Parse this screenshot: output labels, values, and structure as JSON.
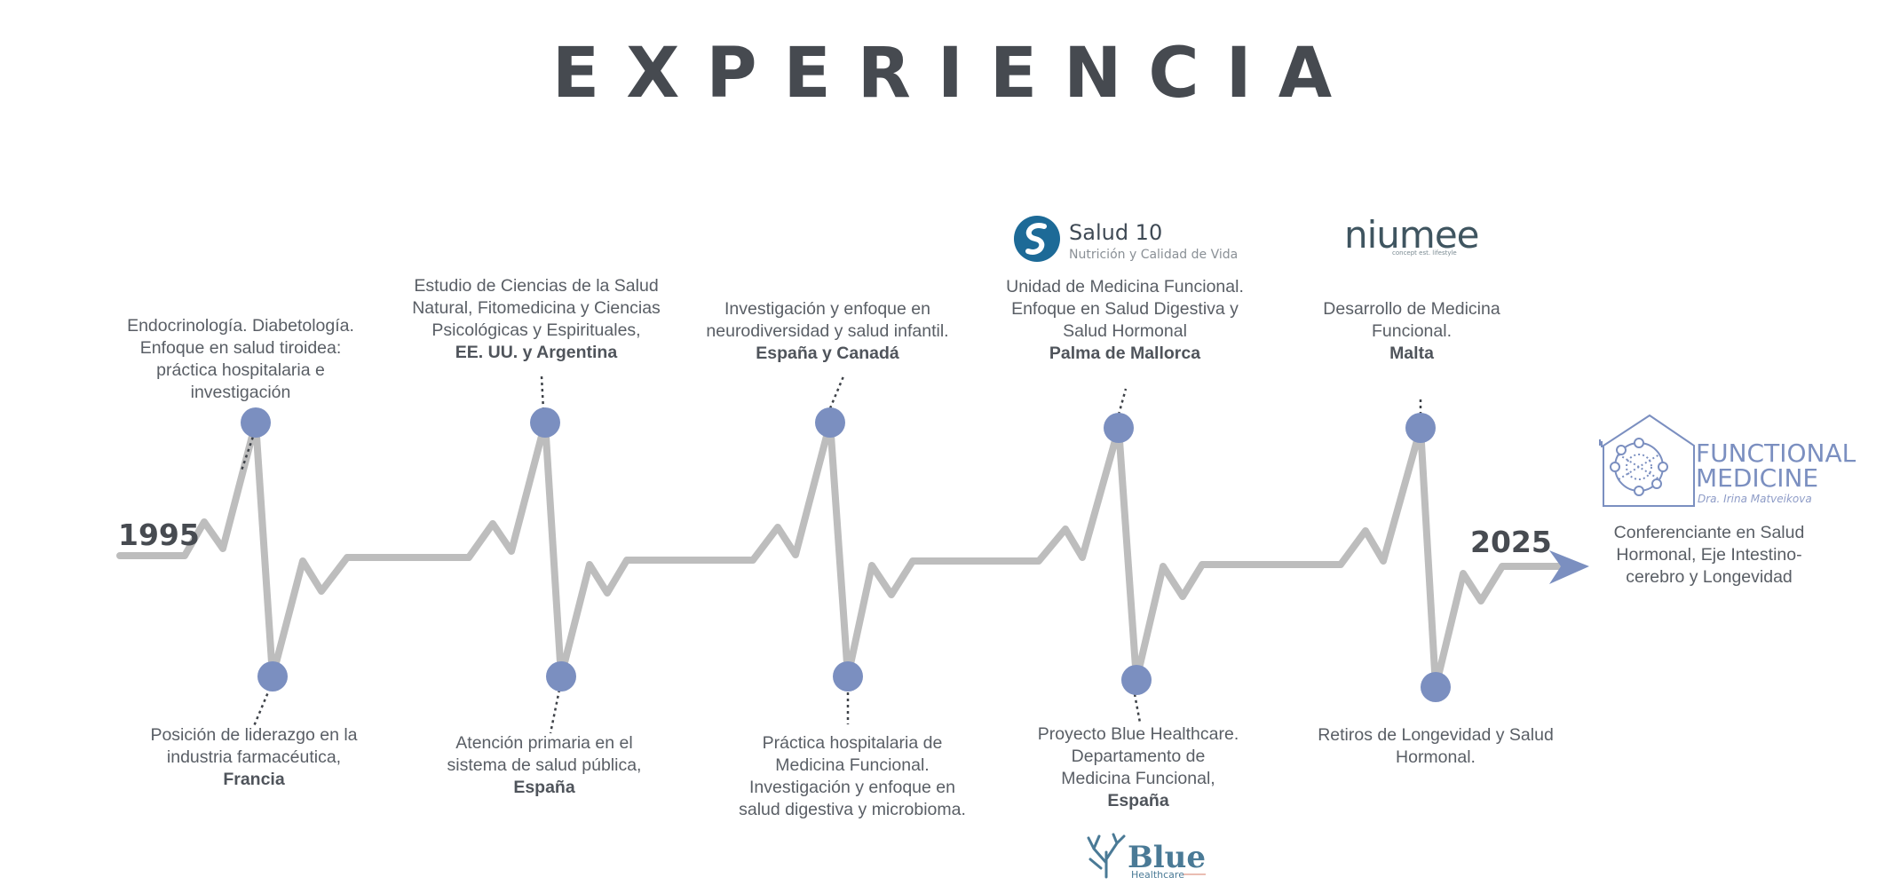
{
  "title": "EXPERIENCIA",
  "start_year": "1995",
  "end_year": "2025",
  "colors": {
    "line": "#bdbdbd",
    "node": "#7b8fc0",
    "arrow": "#7b8fc0",
    "title": "#464a50",
    "salud10": "#1d6a97",
    "blue": "#4a7a96"
  },
  "milestones": [
    {
      "id": "m1",
      "position": "top",
      "lines": [
        "Endocrinología. Diabetología.",
        "Enfoque en salud tiroidea:",
        "práctica hospitalaria e",
        "investigación"
      ],
      "place": ""
    },
    {
      "id": "m2",
      "position": "bottom",
      "lines": [
        "Posición de liderazgo en la",
        "industria farmacéutica,"
      ],
      "place": "Francia"
    },
    {
      "id": "m3",
      "position": "top",
      "lines": [
        "Estudio de Ciencias de la Salud",
        "Natural, Fitomedicina y Ciencias",
        "Psicológicas y Espirituales,"
      ],
      "place": "EE. UU. y Argentina"
    },
    {
      "id": "m4",
      "position": "bottom",
      "lines": [
        "Atención primaria en el",
        "sistema de salud pública,"
      ],
      "place": "España"
    },
    {
      "id": "m5",
      "position": "top",
      "lines": [
        "Investigación y enfoque en",
        "neurodiversidad y salud infantil."
      ],
      "place": "España y Canadá"
    },
    {
      "id": "m6",
      "position": "bottom",
      "lines": [
        "Práctica hospitalaria de",
        "Medicina Funcional.",
        "Investigación y enfoque en",
        "salud digestiva y microbioma."
      ],
      "place": ""
    },
    {
      "id": "m7",
      "position": "top",
      "lines": [
        "Unidad de Medicina Funcional.",
        "Enfoque en Salud Digestiva y",
        "Salud Hormonal"
      ],
      "place": "Palma de Mallorca"
    },
    {
      "id": "m8",
      "position": "bottom",
      "lines": [
        "Proyecto Blue Healthcare.",
        "Departamento de",
        "Medicina Funcional,"
      ],
      "place": "España"
    },
    {
      "id": "m9",
      "position": "top",
      "lines": [
        "Desarrollo de Medicina",
        "Funcional."
      ],
      "place": "Malta"
    },
    {
      "id": "m10",
      "position": "bottom",
      "lines": [
        "Retiros de Longevidad y Salud",
        "Hormonal."
      ],
      "place": ""
    },
    {
      "id": "m11",
      "position": "end",
      "lines": [
        "Conferenciante en Salud",
        "Hormonal, Eje Intestino-",
        "cerebro y Longevidad"
      ],
      "place": ""
    }
  ],
  "logos": {
    "salud10": {
      "name": "Salud 10",
      "tagline": "Nutrición y Calidad de Vida"
    },
    "niumee": {
      "name": "niumee",
      "tagline": "concept est. lifestyle"
    },
    "functional": {
      "line1": "FUNCTIONAL",
      "line2": "MEDICINE",
      "signature": "Dra. Irina Matveikova"
    },
    "blue": {
      "name": "Blue",
      "tagline": "Healthcare"
    }
  }
}
